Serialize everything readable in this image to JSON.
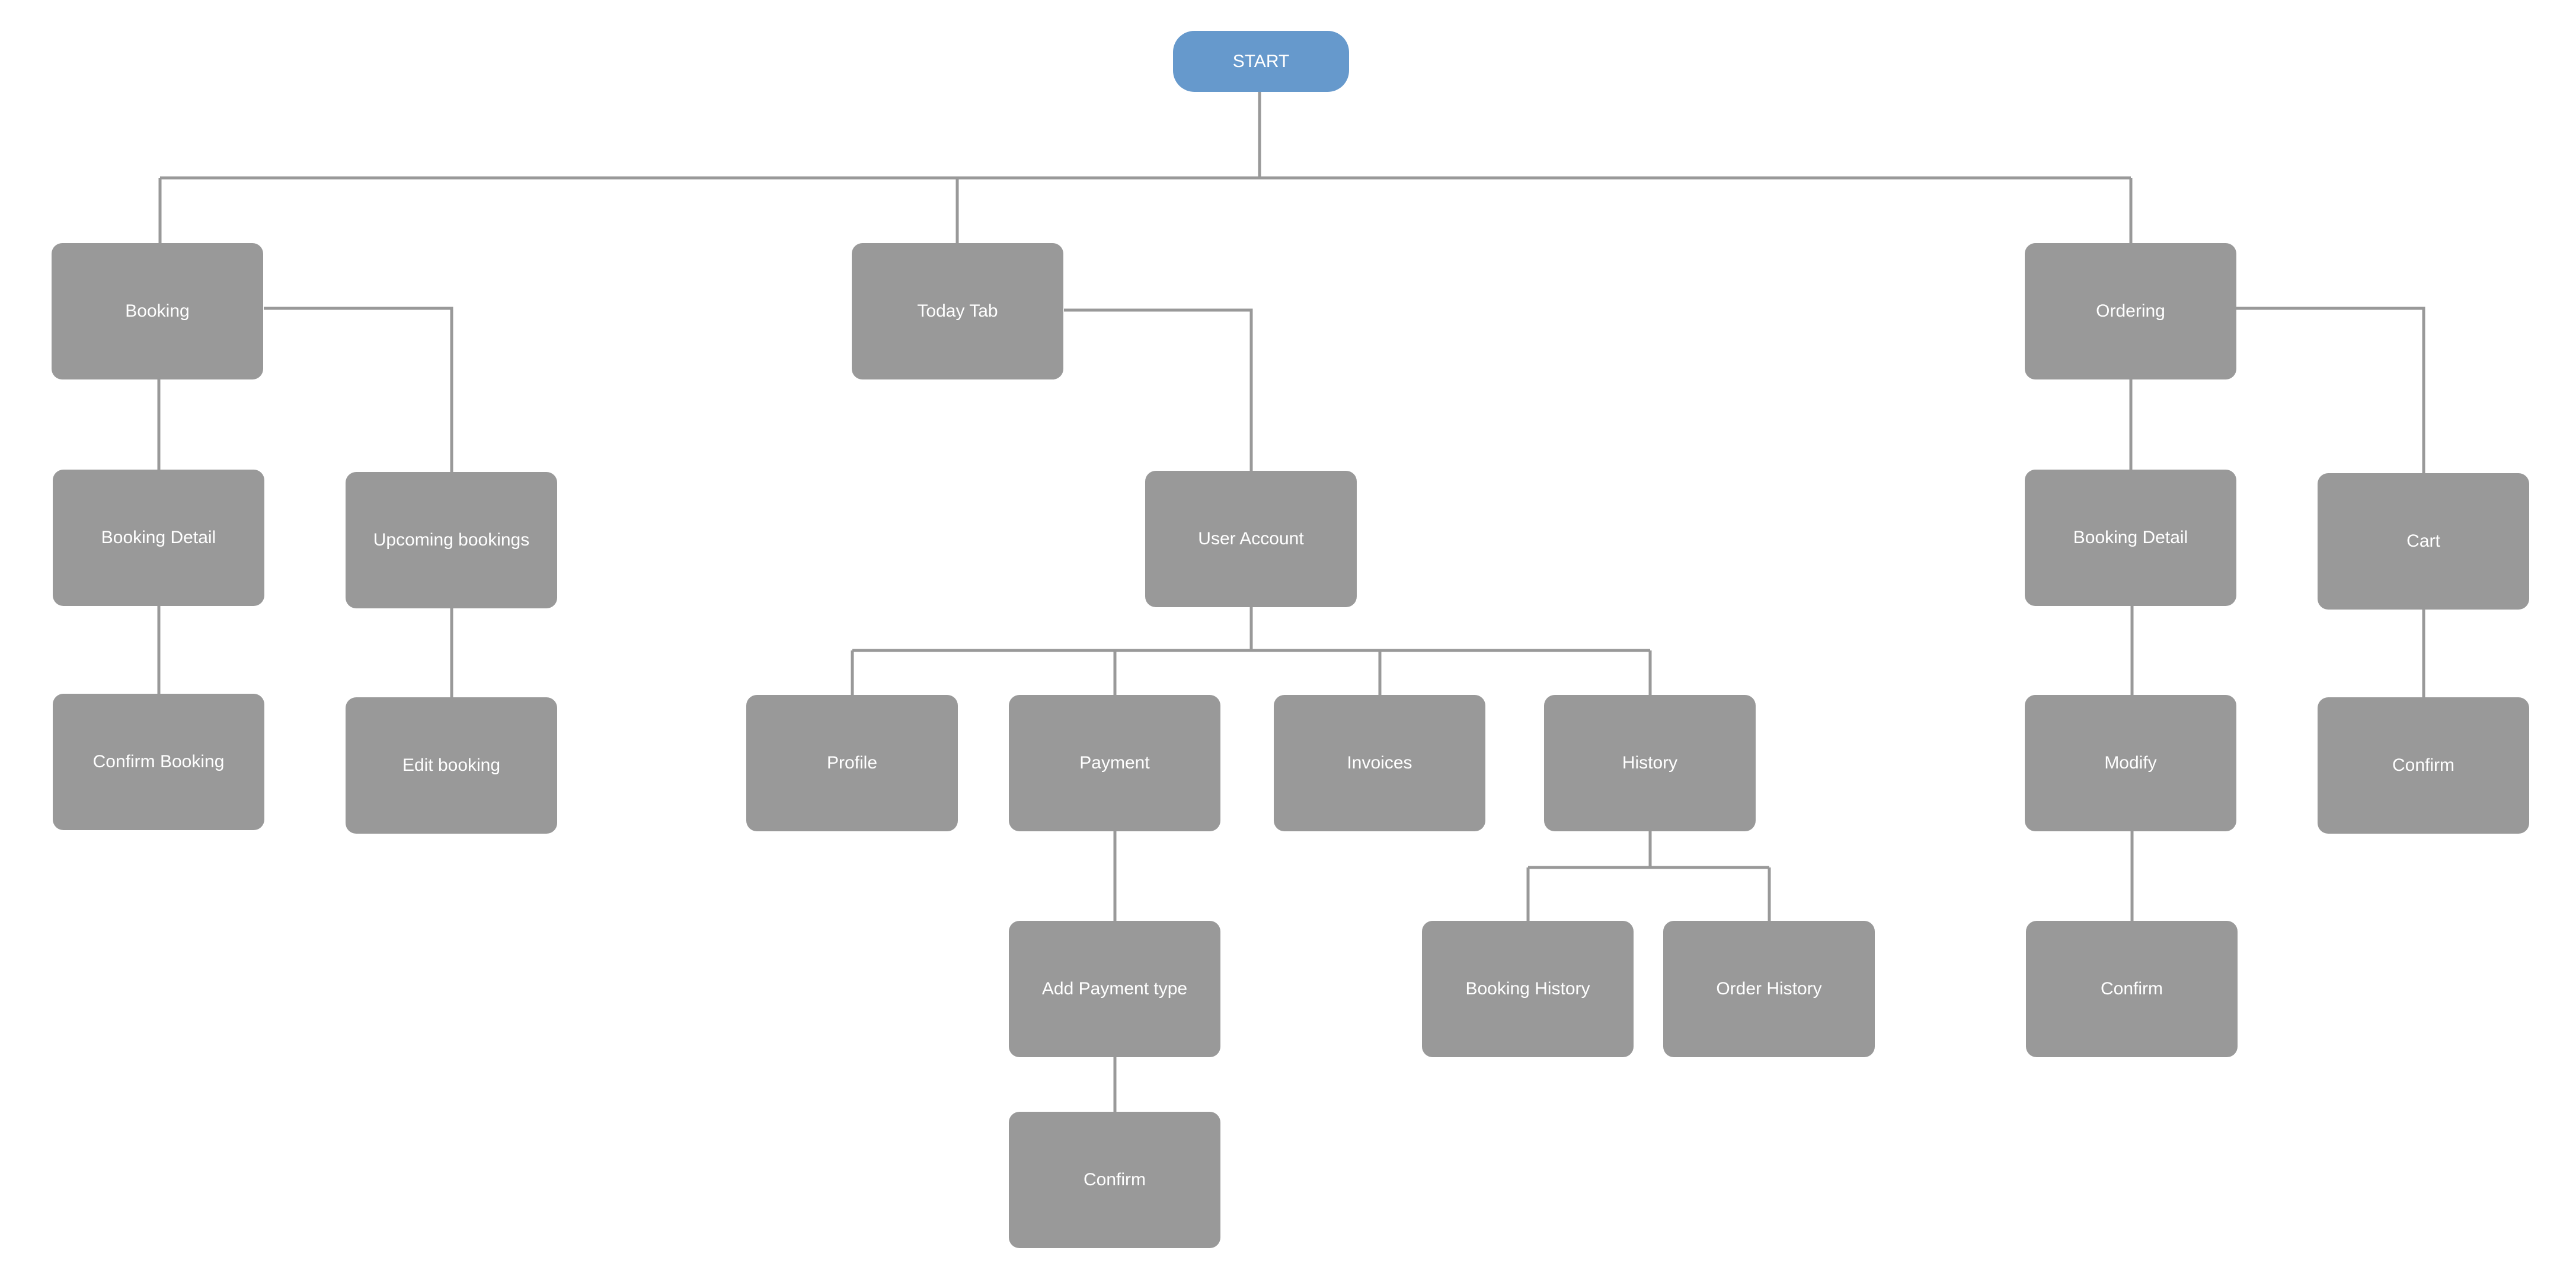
{
  "colors": {
    "start": "#6699cc",
    "node": "#999999",
    "connector": "#999999",
    "text": "#ffffff"
  },
  "start": "START",
  "branches": {
    "booking": {
      "label": "Booking",
      "booking_detail": "Booking Detail",
      "confirm_booking": "Confirm Booking",
      "upcoming_bookings": "Upcoming bookings",
      "edit_booking": "Edit booking"
    },
    "today": {
      "label": "Today Tab",
      "user_account": "User Account",
      "profile": "Profile",
      "payment": "Payment",
      "add_payment_type": "Add Payment type",
      "payment_confirm": "Confirm",
      "invoices": "Invoices",
      "history": "History",
      "booking_history": "Booking History",
      "order_history": "Order History"
    },
    "ordering": {
      "label": "Ordering",
      "booking_detail": "Booking Detail",
      "modify": "Modify",
      "modify_confirm": "Confirm",
      "cart": "Cart",
      "cart_confirm": "Confirm"
    }
  }
}
